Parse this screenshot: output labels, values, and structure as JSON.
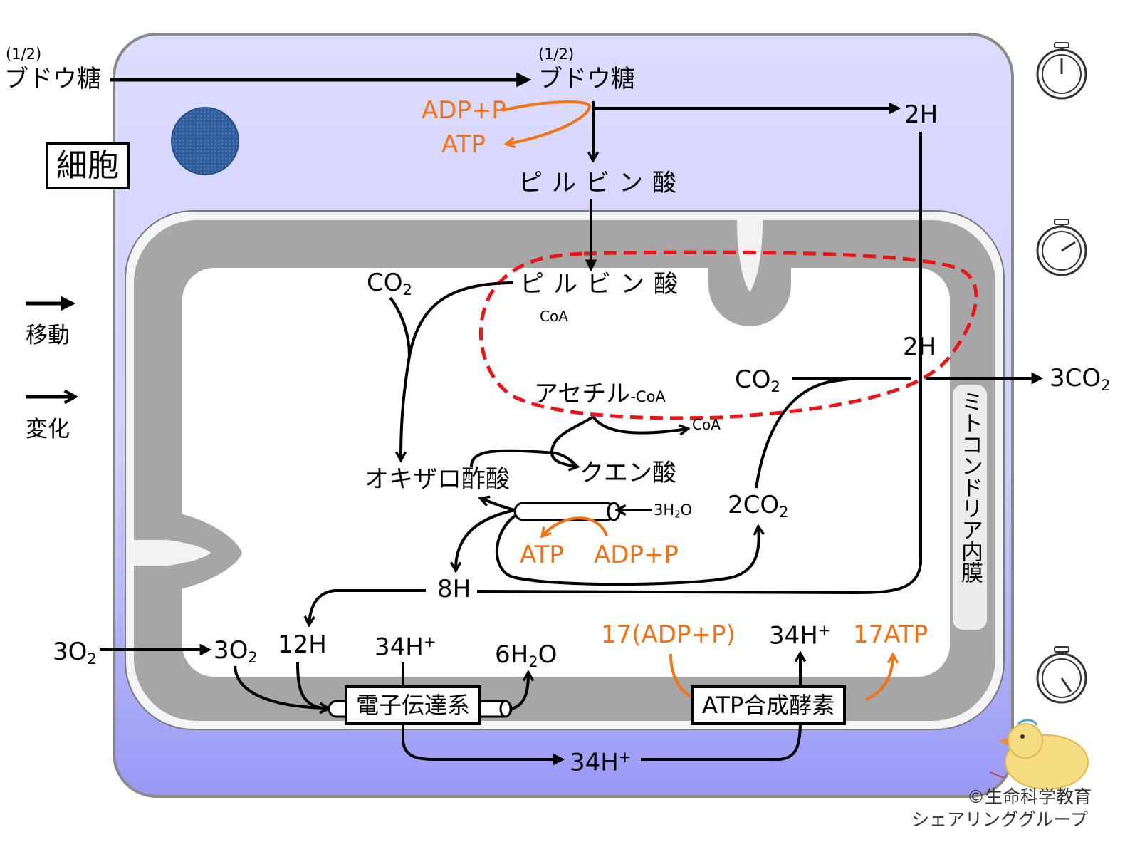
{
  "left_labels": {
    "glucose_half": "(1/2)",
    "glucose": "ブドウ糖",
    "cell_label": "細胞",
    "legend_move": "移動",
    "legend_change": "変化",
    "o2_in": "3O",
    "o2_in_sub": "2"
  },
  "cytoplasm": {
    "glucose_half": "(1/2)",
    "glucose": "ブドウ糖",
    "adp_p": "ADP+P",
    "atp": "ATP",
    "two_h": "2H",
    "pyruvic_acid": "ピルビン酸"
  },
  "mitochondria": {
    "pyruvic_acid": "ピルビン酸",
    "coa_small": "CoA",
    "co2_top": "CO",
    "co2_top_sub": "2",
    "two_h": "2H",
    "co2_right": "CO",
    "co2_right_sub": "2",
    "three_co2": "3CO",
    "three_co2_sub": "2",
    "acetyl_coa": "アセチル",
    "acetyl_coa_suffix": "-CoA",
    "coa_released": "CoA",
    "oxaloacetic_acid": "オキザロ酢酸",
    "citric_acid": "クエン酸",
    "h2o_in": "3H",
    "h2o_in_sub": "2",
    "h2o_in_tail": "O",
    "atp": "ATP",
    "adp_p": "ADP+P",
    "two_co2": "2CO",
    "two_co2_sub": "2",
    "eight_h": "8H",
    "inner_membrane": "ミトコンドリア内膜"
  },
  "electron_transport": {
    "o2": "3O",
    "o2_sub": "2",
    "twelve_h": "12H",
    "h_plus": "34H",
    "h_plus_sup": "+",
    "water": "6H",
    "water_sub": "2",
    "water_tail": "O",
    "system_label": "電子伝達系",
    "h_plus_bottom": "34H",
    "h_plus_bottom_sup": "+"
  },
  "atp_synthase": {
    "adp_p": "17(ADP+P)",
    "h_plus": "34H",
    "h_plus_sup": "+",
    "atp": "17ATP",
    "label": "ATP合成酵素"
  },
  "credits": {
    "line1": "©生命科学教育",
    "line2": "シェアリンググループ"
  },
  "colors": {
    "cell_fill_top": "#dcdcff",
    "cell_fill_bottom": "#9999f5",
    "membrane_gray": "#a6a6a6",
    "accent_orange": "#f07318",
    "dashed_red": "#e8161b",
    "nucleus_blue": "#2e5d9c"
  },
  "icons": [
    "stopwatch-icon",
    "stopwatch-icon",
    "stopwatch-icon",
    "chick-drawing"
  ]
}
